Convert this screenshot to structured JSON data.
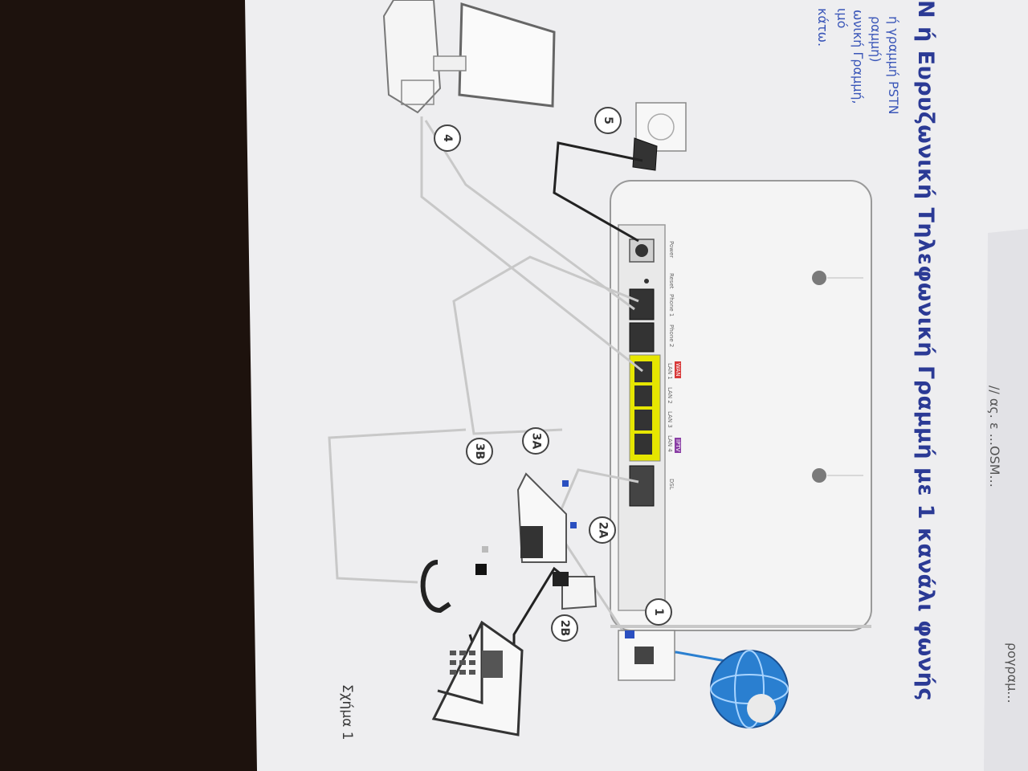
{
  "page": {
    "title": "N ή Ευρυζωνική Τηλεφωνική Γραμμή με 1 κανάλι φωνής",
    "intro_lines": [
      "ή γραμμή PSTN",
      "ραμμή)",
      "ωνική Γραμμή,",
      "ιμό",
      "κάτω."
    ],
    "caption": "Σχήμα 1",
    "side_notes": [
      "ρογραμ...",
      "// ας. ε  ...ΟSΜ..."
    ]
  },
  "steps": {
    "s1": "1",
    "s2a": "2A",
    "s2b": "2B",
    "s3a": "3A",
    "s3b": "3B",
    "s4": "4",
    "s5": "5"
  },
  "router_ports": {
    "power": "Power",
    "reset": "Reset",
    "phone1": "Phone 1",
    "phone2": "Phone 2",
    "wan": "WAN",
    "lan1": "LAN 1",
    "lan2": "LAN 2",
    "lan3": "LAN 3",
    "lan4": "LAN 4",
    "iptv": "IPTV",
    "dsl": "DSL"
  },
  "colors": {
    "title_blue": "#2b3a95",
    "lan_yellow": "#e6e600",
    "wan_red": "#d83a3a",
    "iptv_purple": "#8a3fa5",
    "globe_blue": "#2a7fd0"
  }
}
